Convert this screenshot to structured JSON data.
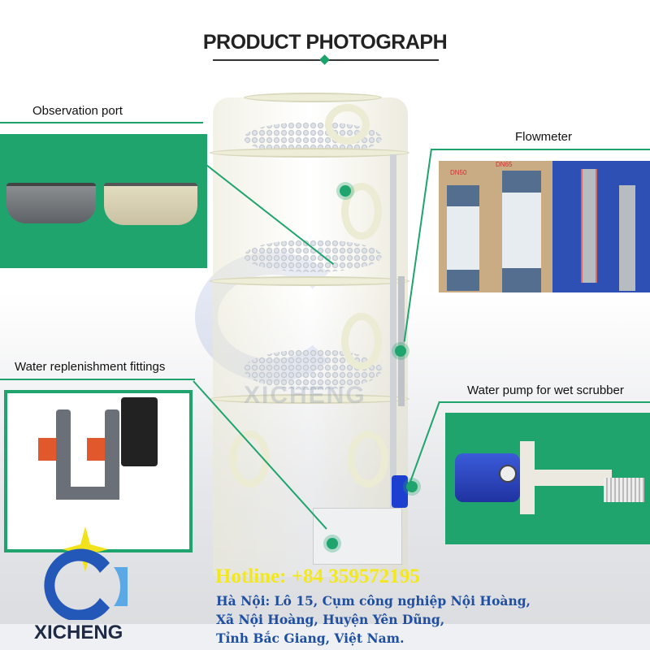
{
  "title": "PRODUCT PHOTOGRAPH",
  "callouts": {
    "observation_port": "Observation port",
    "flowmeter": "Flowmeter",
    "water_replenishment": "Water replenishment fittings",
    "water_pump": "Water pump for wet scrubber"
  },
  "flowmeter_labels": {
    "left": "DN50",
    "right": "DN65"
  },
  "watermark": "XICHENG",
  "brand": {
    "name": "XICHENG"
  },
  "contact": {
    "hotline": "Hotline: +84 359572195",
    "address_lines": [
      "Hà Nội: Lô 15, Cụm công nghiệp Nội Hoàng,",
      "Xã Nội Hoàng, Huyện Yên Dũng,",
      "Tỉnh Bắc Giang, Việt Nam."
    ]
  },
  "colors": {
    "accent": "#1fa46e",
    "hotline": "#f3e81c",
    "address": "#1f4fa0"
  }
}
